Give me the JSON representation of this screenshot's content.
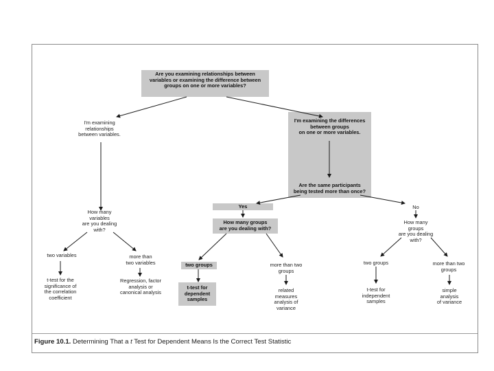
{
  "figure": {
    "caption_label": "Figure 10.1.",
    "caption_pre": " Determining That a ",
    "caption_t": "t",
    "caption_post": " Test for Dependent Means Is the Correct Test Statistic"
  },
  "nodes": {
    "root": "Are you examining relationships between\nvariables or examining the difference between\ngroups on one or more variables?",
    "relationships": "I'm examining\nrelationships\nbetween variables.",
    "differences": "I'm examining the differences\nbetween groups\non one or more variables.",
    "same_participants": "Are the same participants\nbeing tested more than once?",
    "how_many_variables": "How many\nvariables\nare you dealing\nwith?",
    "two_variables": "two variables",
    "ttest_correlation": "t-test for the\nsignificance of\nthe correlation\ncoefficient",
    "more_than_two_variables": "more than\ntwo variables",
    "regression": "Regression, factor\nanalysis or\ncanonical analysis",
    "yes": "Yes",
    "how_many_groups_yes": "How many groups\nare you dealing with?",
    "two_groups_yes": "two groups",
    "ttest_dependent": "t-test for\ndependent\nsamples",
    "more_than_two_groups_yes": "more than two\ngroups",
    "related_measures": "related\nmeasures\nanalysis of\nvariance",
    "no": "No",
    "how_many_groups_no": "How many\ngroups\nare you dealing\nwith?",
    "two_groups_no": "two groups",
    "ttest_independent": "t-test for\nindependent\nsamples",
    "more_than_two_groups_no": "more than two\ngroups",
    "simple_anova": "simple\nanalysis\nof variance"
  },
  "colors": {
    "box_fill": "#c8c8c8",
    "line": "#1a1a1a",
    "frame": "#8a8a8a"
  }
}
